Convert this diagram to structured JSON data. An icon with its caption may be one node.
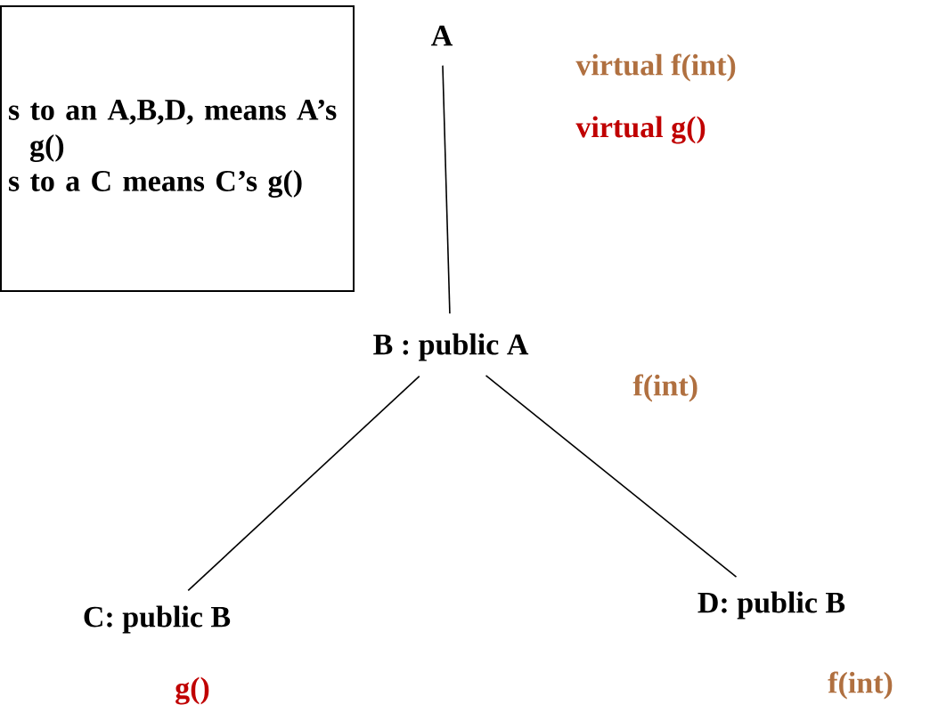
{
  "diagram": {
    "nodes": [
      {
        "text": [
          "s to an A,B,D, means A’s g()",
          "s to a C means C’s g()"
        ]
      },
      {
        "text": [
          "A"
        ],
        "beside": [
          "virtual f(int)",
          "virtual g()"
        ]
      },
      {
        "text": [
          "B : public A"
        ],
        "beside": [
          "f(int)"
        ]
      },
      {
        "text": [
          "C: public B"
        ],
        "beside": [
          "g()"
        ]
      },
      {
        "text": [
          "D: public B"
        ],
        "beside": [
          "f(int)"
        ]
      }
    ],
    "edges": [
      {
        "from": 1,
        "to": 2,
        "arrow": "none"
      },
      {
        "from": 2,
        "to": 3,
        "arrow": "none"
      },
      {
        "from": 2,
        "to": 4,
        "arrow": "none"
      }
    ]
  }
}
